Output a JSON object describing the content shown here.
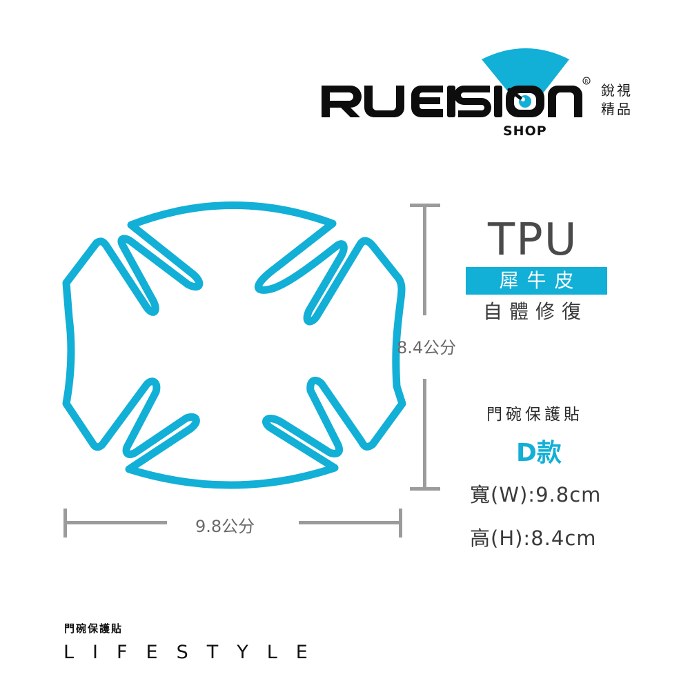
{
  "brand": {
    "logo_text": "RUEISION",
    "registered_mark": "®",
    "sub_label": "SHOP",
    "cjk_line1": "銳視",
    "cjk_line2": "精品",
    "accent_color": "#12AFD6"
  },
  "product_shape": {
    "description": "door handle bowl protector outline, cross-shaped with four notched corners",
    "stroke_color": "#12AFD6"
  },
  "dimensions": {
    "height_label": "8.4公分",
    "width_label": "9.8公分",
    "line_color": "#9B9B9B"
  },
  "info_panel": {
    "material": "TPU",
    "material_banner": "犀牛皮",
    "feature": "自體修復",
    "product_name": "門碗保護貼",
    "variant": "D款",
    "width_spec": "寬(W):9.8cm",
    "height_spec": "高(H):8.4cm"
  },
  "footer": {
    "category": "門碗保護貼",
    "tagline": "LIFESTYLE"
  }
}
